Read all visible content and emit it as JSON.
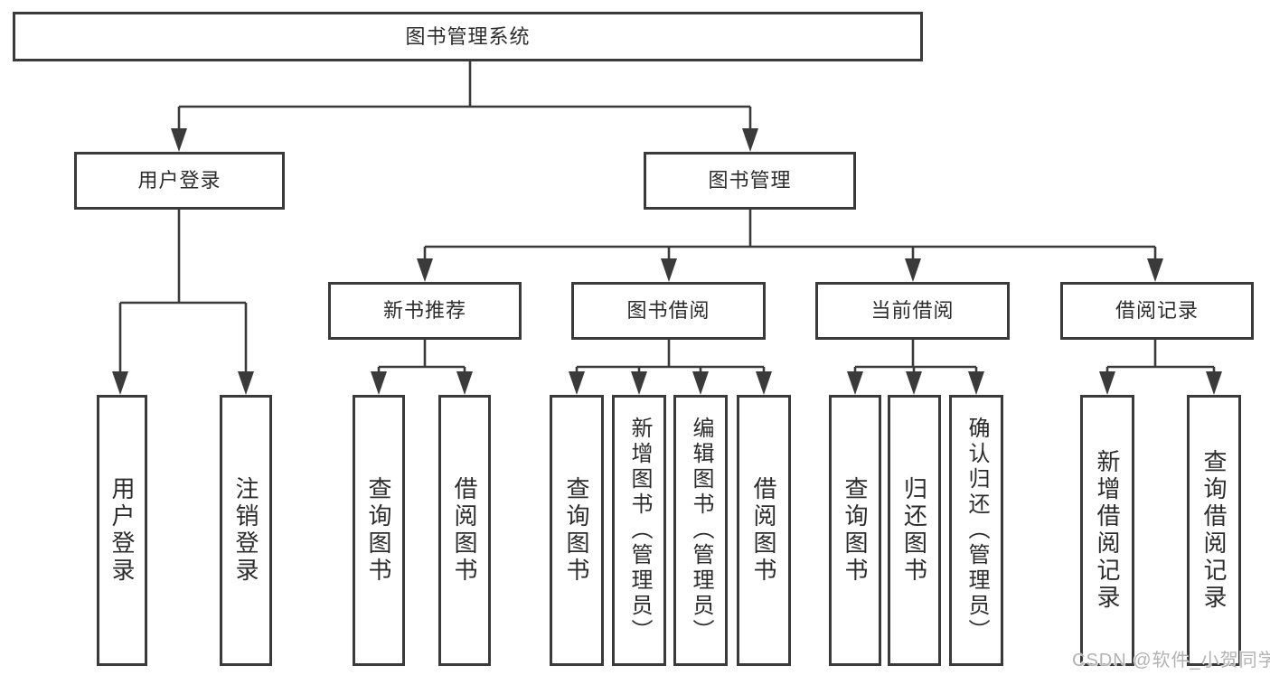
{
  "diagram": {
    "root": {
      "label": "图书管理系统",
      "children": [
        {
          "label": "用户登录",
          "children": [
            {
              "label": "用户登录"
            },
            {
              "label": "注销登录"
            }
          ]
        },
        {
          "label": "图书管理",
          "children": [
            {
              "label": "新书推荐",
              "children": [
                {
                  "label": "查询图书"
                },
                {
                  "label": "借阅图书"
                }
              ]
            },
            {
              "label": "图书借阅",
              "children": [
                {
                  "label": "查询图书"
                },
                {
                  "label": "新增图书（管理员）"
                },
                {
                  "label": "编辑图书（管理员）"
                },
                {
                  "label": "借阅图书"
                }
              ]
            },
            {
              "label": "当前借阅",
              "children": [
                {
                  "label": "查询图书"
                },
                {
                  "label": "归还图书"
                },
                {
                  "label": "确认归还（管理员）"
                }
              ]
            },
            {
              "label": "借阅记录",
              "children": [
                {
                  "label": "新增借阅记录"
                },
                {
                  "label": "查询借阅记录"
                }
              ]
            }
          ]
        }
      ]
    }
  },
  "watermark": {
    "text": "CSDN @软件_小贺同学"
  },
  "colors": {
    "line": "#3a3a3a",
    "border": "#3a3a3a",
    "text": "#2c2c2c",
    "watermark": "#b2b2b2",
    "background": "#ffffff"
  }
}
